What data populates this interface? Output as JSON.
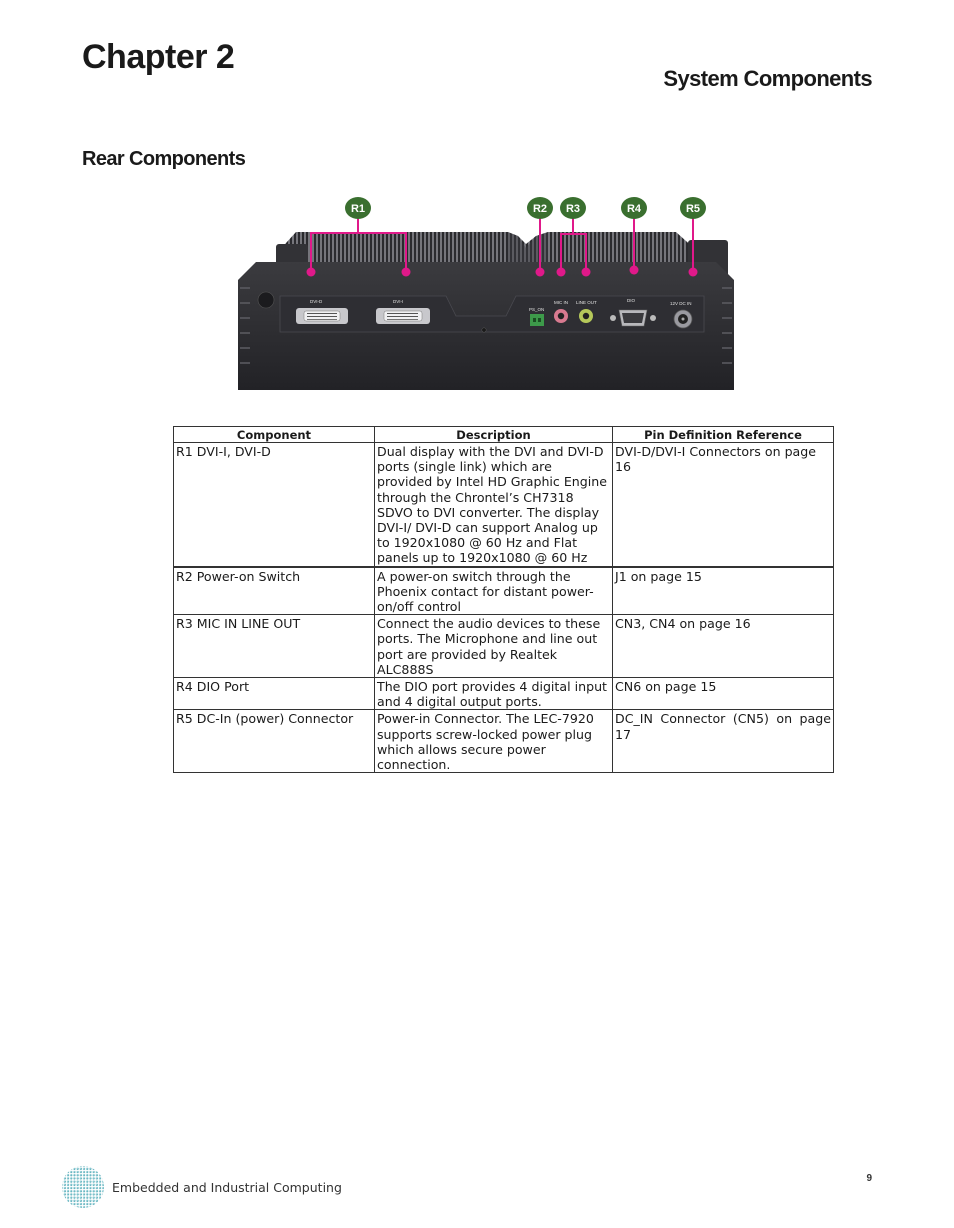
{
  "header": {
    "chapter": "Chapter 2",
    "section": "System Components"
  },
  "subsection": "Rear Components",
  "figure": {
    "callouts": [
      "R1",
      "R2",
      "R3",
      "R4",
      "R5"
    ],
    "callout_color": "#3a6f2f",
    "leader_color": "#e0198a",
    "port_labels": {
      "dvi_d": "DVI-D",
      "dvi_i": "DVI-I",
      "ps_on": "PS_ON",
      "mic_in": "MIC IN",
      "line_out": "LINE OUT",
      "dio": "DIO",
      "dc_in": "12V DC IN"
    }
  },
  "table": {
    "headers": [
      "Component",
      "Description",
      "Pin Definition Reference"
    ],
    "rows": [
      {
        "component": "R1  DVI-I, DVI-D",
        "description": "Dual display with the DVI and DVI-D ports (single link) which are provided by Intel  HD Graphic Engine through the Chrontel’s CH7318 SDVO to DVI converter.  The display DVI-I/ DVI-D can support Analog up to 1920x1080 @ 60 Hz and  Flat panels up to 1920x1080 @ 60 Hz",
        "reference": "DVI-D/DVI-I Connectors on page 16"
      },
      {
        "component": "R2  Power-on Switch",
        "description": "A power-on switch through the Phoenix contact for distant power-on/off control",
        "reference": "J1 on page 15"
      },
      {
        "component": "R3  MIC IN LINE OUT",
        "description": "Connect the audio devices to these ports. The Microphone and line out port are provided by Realtek ALC888S",
        "reference": "CN3, CN4 on page 16"
      },
      {
        "component": "R4 DIO Port",
        "description": "The DIO port provides 4 digital input and 4 digital output ports.",
        "reference": "CN6 on page 15"
      },
      {
        "component": "R5 DC-In (power) Connector",
        "description": "Power-in Connector. The LEC-7920 supports screw-locked power plug which allows secure power connection.",
        "reference": "DC_IN  Connector  (CN5)  on  page 17"
      }
    ]
  },
  "footer": {
    "text": "Embedded and Industrial Computing",
    "page_number": "9"
  }
}
